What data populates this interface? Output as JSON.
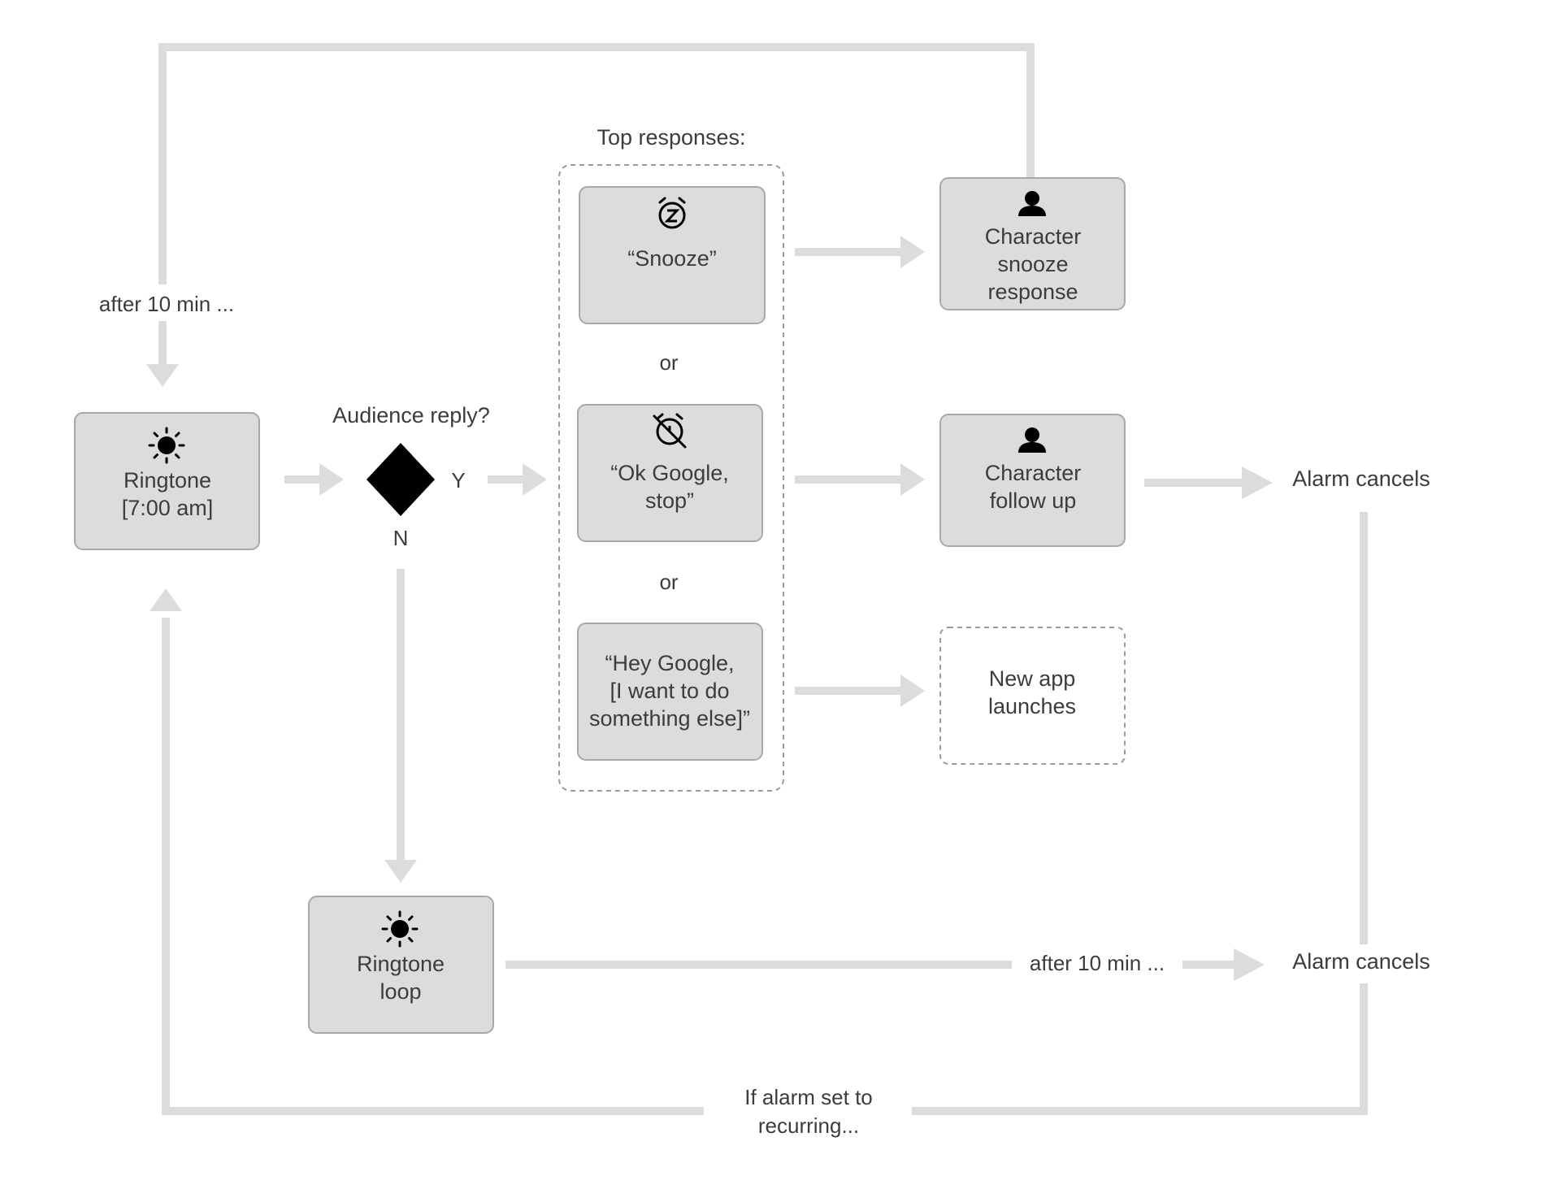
{
  "labels": {
    "top_responses": "Top responses:",
    "audience_reply": "Audience reply?",
    "yes": "Y",
    "no": "N",
    "or_1": "or",
    "or_2": "or",
    "after_10_min_top": "after 10 min ...",
    "after_10_min_bottom": "after 10 min ...",
    "alarm_cancels_1": "Alarm cancels",
    "alarm_cancels_2": "Alarm cancels",
    "recurring_1": "If alarm set to",
    "recurring_2": "recurring..."
  },
  "nodes": {
    "ringtone": {
      "icon": "sun-icon",
      "line1": "Ringtone",
      "line2": "[7:00 am]"
    },
    "snooze": {
      "icon": "alarm-snooze-icon",
      "line1": "“Snooze”"
    },
    "stop": {
      "icon": "alarm-off-icon",
      "line1": "“Ok Google,",
      "line2": "stop”"
    },
    "hey_google": {
      "line1": "“Hey Google,",
      "line2": "[I want to do",
      "line3": "something else]”"
    },
    "char_snooze": {
      "icon": "person-icon",
      "line1": "Character",
      "line2": "snooze",
      "line3": "response"
    },
    "char_follow": {
      "icon": "person-icon",
      "line1": "Character",
      "line2": "follow up"
    },
    "new_app": {
      "line1": "New app",
      "line2": "launches"
    },
    "ringtone_loop": {
      "icon": "sun-icon",
      "line1": "Ringtone",
      "line2": "loop"
    }
  },
  "colors": {
    "connector": "#dcdcdc",
    "box_fill": "#dcdcdc",
    "box_border": "#a8a8a8",
    "dashed_border": "#9a9a9a",
    "text": "#3c3c3c",
    "icon": "#000000"
  }
}
